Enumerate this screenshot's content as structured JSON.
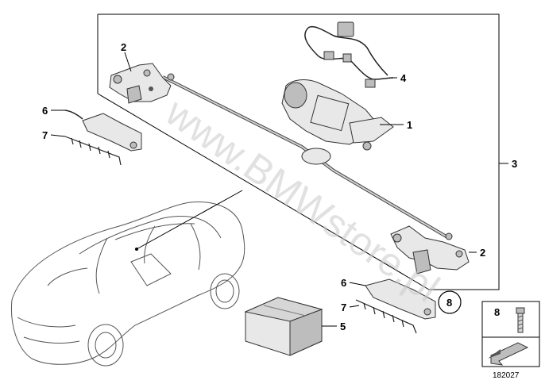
{
  "watermark": "www.BMWstore.pl",
  "diagram_number": "182027",
  "callouts": {
    "c1": "1",
    "c2a": "2",
    "c2b": "2",
    "c3": "3",
    "c4": "4",
    "c5": "5",
    "c6a": "6",
    "c6b": "6",
    "c7a": "7",
    "c7b": "7",
    "c8": "8",
    "c8_legend": "8"
  },
  "icons": {
    "legend_screw": "screw-icon",
    "legend_arrow": "arrow-icon"
  }
}
